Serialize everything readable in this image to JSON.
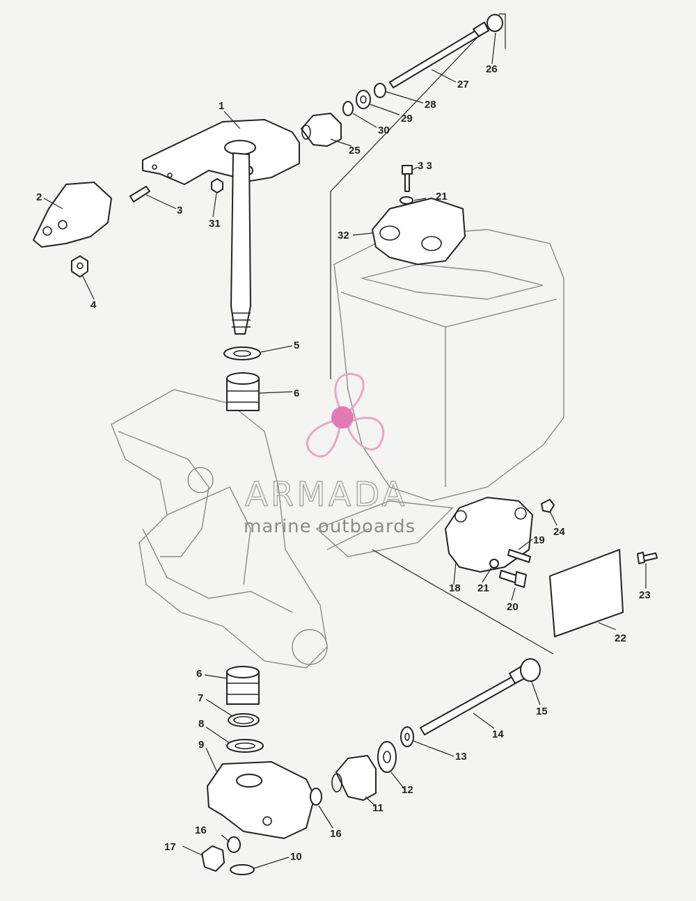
{
  "diagram": {
    "callouts": [
      {
        "id": "c1",
        "text": "1"
      },
      {
        "id": "c2",
        "text": "2"
      },
      {
        "id": "c3",
        "text": "3"
      },
      {
        "id": "c4",
        "text": "4"
      },
      {
        "id": "c5",
        "text": "5"
      },
      {
        "id": "c6a",
        "text": "6"
      },
      {
        "id": "c6b",
        "text": "6"
      },
      {
        "id": "c7",
        "text": "7"
      },
      {
        "id": "c8",
        "text": "8"
      },
      {
        "id": "c9",
        "text": "9"
      },
      {
        "id": "c10",
        "text": "10"
      },
      {
        "id": "c11",
        "text": "11"
      },
      {
        "id": "c12",
        "text": "12"
      },
      {
        "id": "c13",
        "text": "13"
      },
      {
        "id": "c14",
        "text": "14"
      },
      {
        "id": "c15",
        "text": "15"
      },
      {
        "id": "c16a",
        "text": "16"
      },
      {
        "id": "c16b",
        "text": "16"
      },
      {
        "id": "c17",
        "text": "17"
      },
      {
        "id": "c18",
        "text": "18"
      },
      {
        "id": "c19",
        "text": "19"
      },
      {
        "id": "c20",
        "text": "20"
      },
      {
        "id": "c21a",
        "text": "21"
      },
      {
        "id": "c21b",
        "text": "21"
      },
      {
        "id": "c22",
        "text": "22"
      },
      {
        "id": "c23",
        "text": "23"
      },
      {
        "id": "c24",
        "text": "24"
      },
      {
        "id": "c25",
        "text": "25"
      },
      {
        "id": "c26",
        "text": "26"
      },
      {
        "id": "c27",
        "text": "27"
      },
      {
        "id": "c28",
        "text": "28"
      },
      {
        "id": "c29",
        "text": "29"
      },
      {
        "id": "c30",
        "text": "30"
      },
      {
        "id": "c31",
        "text": "31"
      },
      {
        "id": "c32",
        "text": "32"
      },
      {
        "id": "c33",
        "text": "3 3"
      }
    ]
  },
  "watermark": {
    "brand": "ARMADA",
    "tagline": "marine outboards",
    "logo_color": "#e8a6c8",
    "logo_hub_color": "#e37bb3"
  }
}
